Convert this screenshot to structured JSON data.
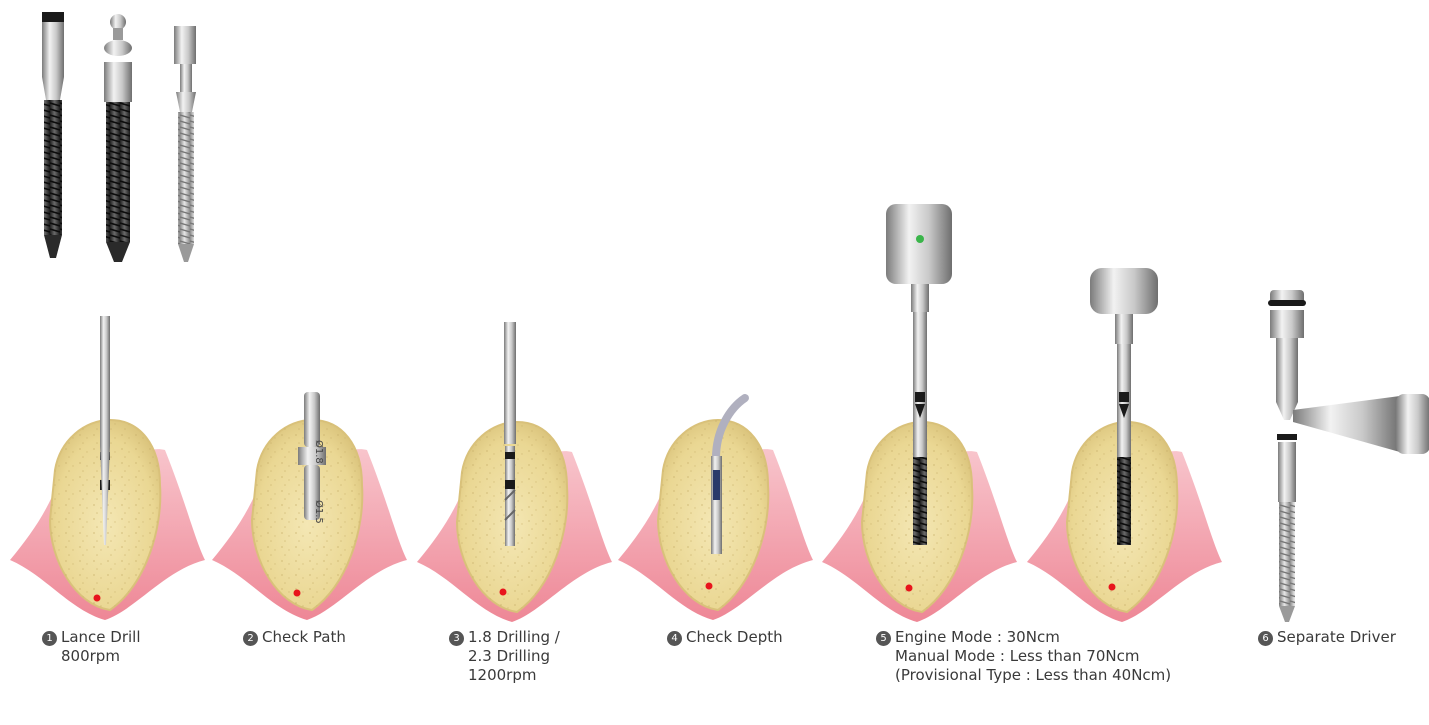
{
  "colors": {
    "bullet": "#555555",
    "bone": "#efe0a8",
    "gum": "#f08a9a",
    "marker": "#e8141c",
    "green_dot": "#3ab54a"
  },
  "steps": [
    {
      "number": "1",
      "title": "Lance Drill",
      "lines": [
        "800rpm"
      ]
    },
    {
      "number": "2",
      "title": "Check Path",
      "lines": []
    },
    {
      "number": "3",
      "title": "1.8 Drilling /",
      "lines": [
        "2.3 Drilling",
        "1200rpm"
      ]
    },
    {
      "number": "4",
      "title": "Check Depth",
      "lines": []
    },
    {
      "number": "5",
      "title": "Engine Mode : 30Ncm",
      "lines": [
        "Manual Mode : Less than 70Ncm",
        "(Provisional Type : Less than 40Ncm)"
      ]
    },
    {
      "number": "6",
      "title": "Separate Driver",
      "lines": []
    }
  ],
  "tool_marks": {
    "path_gauge": "Ø1.8 Ø1.5"
  }
}
